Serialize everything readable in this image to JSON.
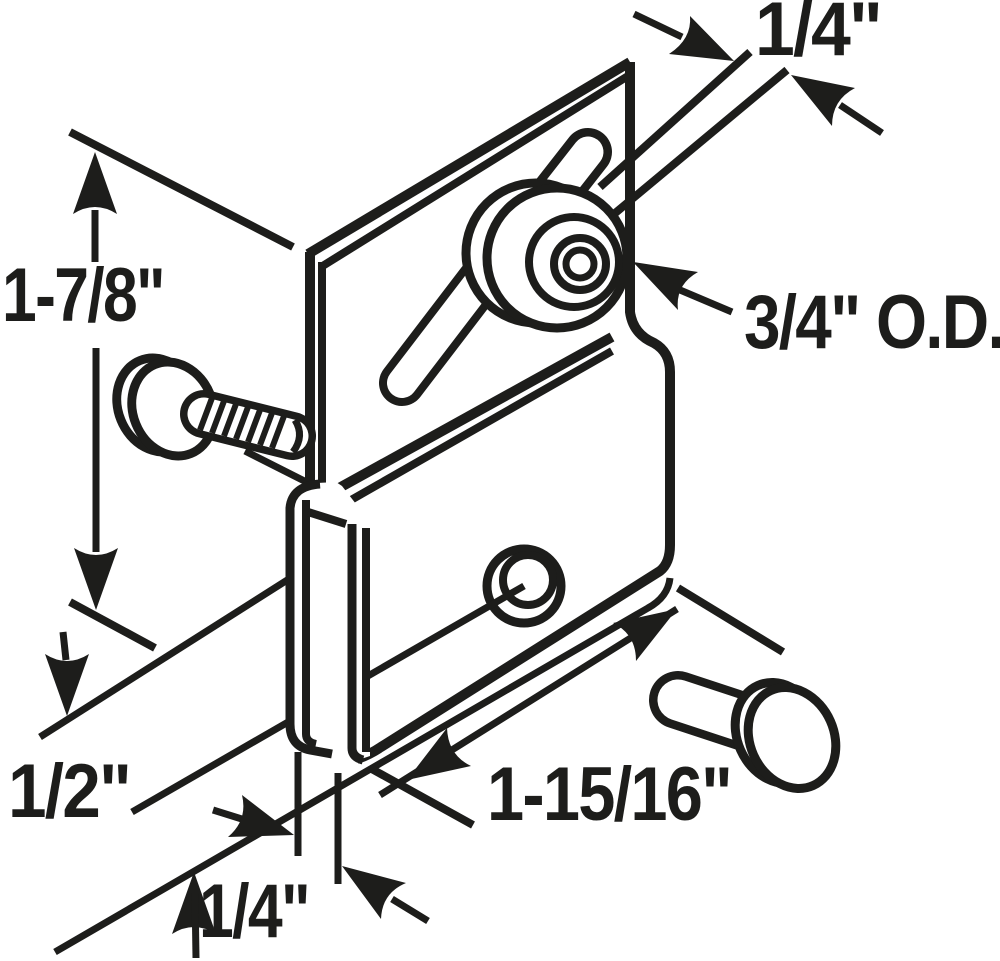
{
  "diagram": {
    "title": "sliding-door roller bracket assembly - exploded dimension drawing",
    "type": "technical-line-illustration",
    "colors": {
      "ink": "#1d1d1b",
      "paper": "#ffffff"
    },
    "labels": {
      "plate_offset_top": "1/4\"",
      "roller_outer_diameter": "3/4\" O.D.",
      "assembly_height": "1-7/8\"",
      "lip_depth": "1/2\"",
      "bracket_width": "1-15/16\"",
      "channel_gap": "1/4\""
    },
    "parts": [
      "mounting-plate",
      "adjustment-slot",
      "adjustment-tab",
      "roller-wheel",
      "door-channel-bracket",
      "channel-lip",
      "screw-hole",
      "machine-screw",
      "rivet"
    ]
  }
}
